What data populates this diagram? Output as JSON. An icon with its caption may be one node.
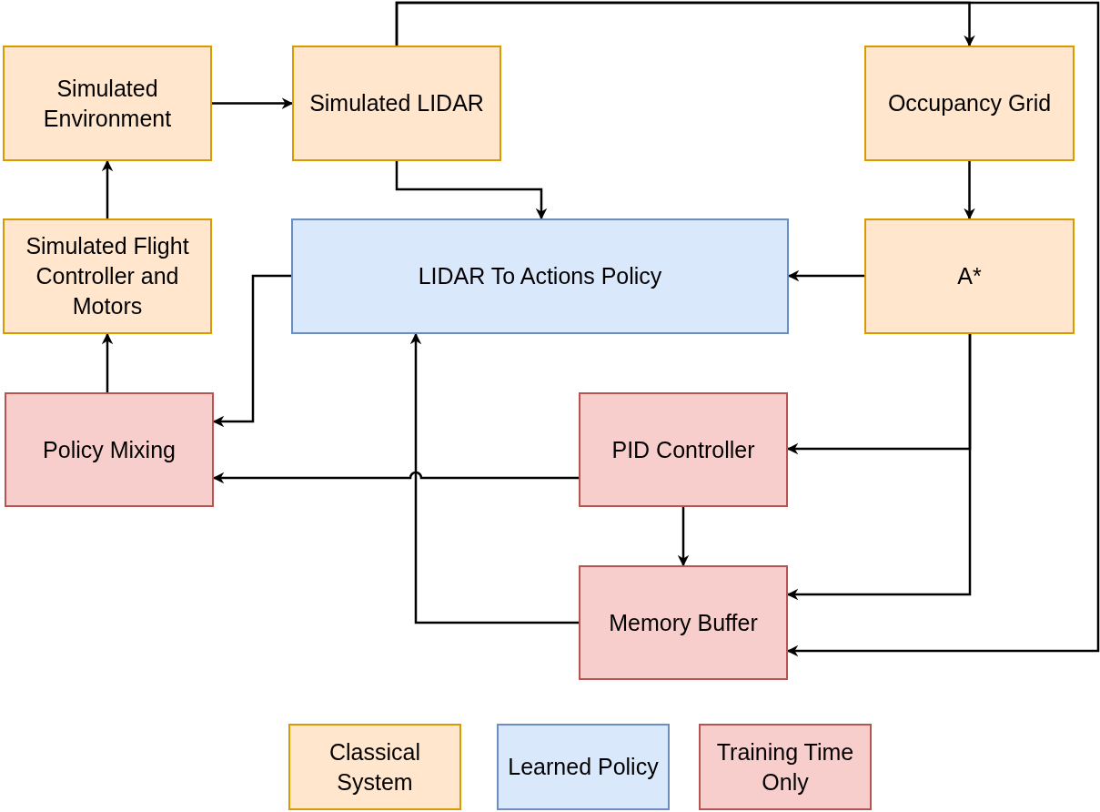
{
  "diagram": {
    "nodes": [
      {
        "text": [
          "Simulated Environment"
        ]
      },
      {
        "text": [
          "Simulated LIDAR"
        ]
      },
      {
        "text": [
          "Occupancy Grid"
        ]
      },
      {
        "text": [
          "Simulated Flight Controller and Motors"
        ]
      },
      {
        "text": [
          "LIDAR To Actions Policy"
        ]
      },
      {
        "text": [
          "A*"
        ]
      },
      {
        "text": [
          "Policy Mixing"
        ]
      },
      {
        "text": [
          "PID Controller"
        ]
      },
      {
        "text": [
          "Memory Buffer"
        ]
      }
    ],
    "edges": [
      {
        "from": 0,
        "to": 1,
        "arrow": "to"
      },
      {
        "from": 3,
        "to": 0,
        "arrow": "to"
      },
      {
        "from": 6,
        "to": 3,
        "arrow": "to"
      },
      {
        "from": 1,
        "to": 4,
        "arrow": "to"
      },
      {
        "from": 1,
        "to": 2,
        "arrow": "to"
      },
      {
        "from": 1,
        "to": 8,
        "arrow": "to"
      },
      {
        "from": 2,
        "to": 5,
        "arrow": "to"
      },
      {
        "from": 5,
        "to": 4,
        "arrow": "to"
      },
      {
        "from": 4,
        "to": 6,
        "arrow": "to"
      },
      {
        "from": 7,
        "to": 6,
        "arrow": "to"
      },
      {
        "from": 5,
        "to": 7,
        "arrow": "to"
      },
      {
        "from": 5,
        "to": 8,
        "arrow": "to"
      },
      {
        "from": 7,
        "to": 8,
        "arrow": "to"
      },
      {
        "from": 8,
        "to": 4,
        "arrow": "to"
      }
    ],
    "legend": [
      {
        "text": "Classical System",
        "color": "#ffe6cc"
      },
      {
        "text": "Learned Policy",
        "color": "#dae8fc"
      },
      {
        "text": "Training Time Only",
        "color": "#f8cecc"
      }
    ]
  }
}
